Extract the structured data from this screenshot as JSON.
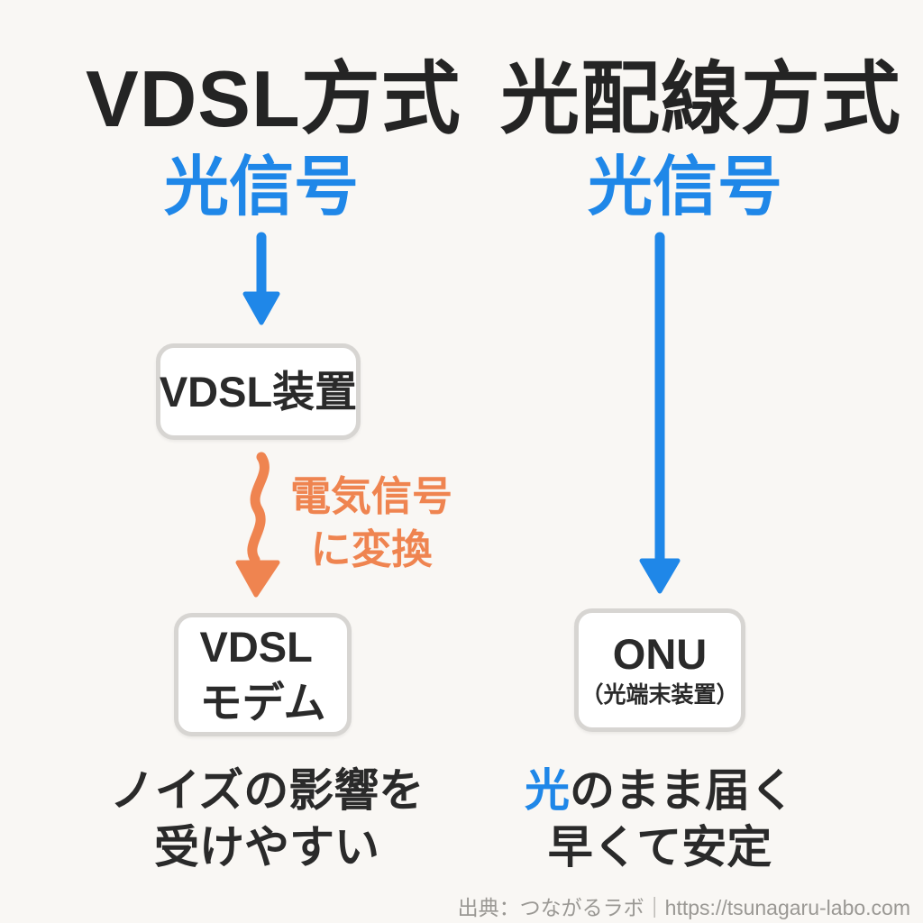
{
  "page": {
    "background_color": "#F9F7F4",
    "accent_blue": "#1F87E8",
    "accent_orange": "#EF8450",
    "text_color": "#2A2A2A",
    "box_border_color": "#D7D5D2",
    "footer_text_color": "#9A9894"
  },
  "left_column": {
    "title": "VDSL方式",
    "signal_label": "光信号",
    "device_box_label": "VDSL装置",
    "convert_label_line1": "電気信号",
    "convert_label_line2": "に変換",
    "modem_box_line1": "VDSL",
    "modem_box_line2": "モデム",
    "caption_line1": "ノイズの影響を",
    "caption_line2": "受けやすい"
  },
  "right_column": {
    "title": "光配線方式",
    "signal_label": "光信号",
    "onu_box_title": "ONU",
    "onu_box_subtitle": "（光端末装置）",
    "caption_line1_highlight": "光",
    "caption_line1_rest": "のまま届く",
    "caption_line2": "早くて安定"
  },
  "footer": {
    "credit": "出典：つながるラボ｜https://tsunagaru-labo.com"
  }
}
